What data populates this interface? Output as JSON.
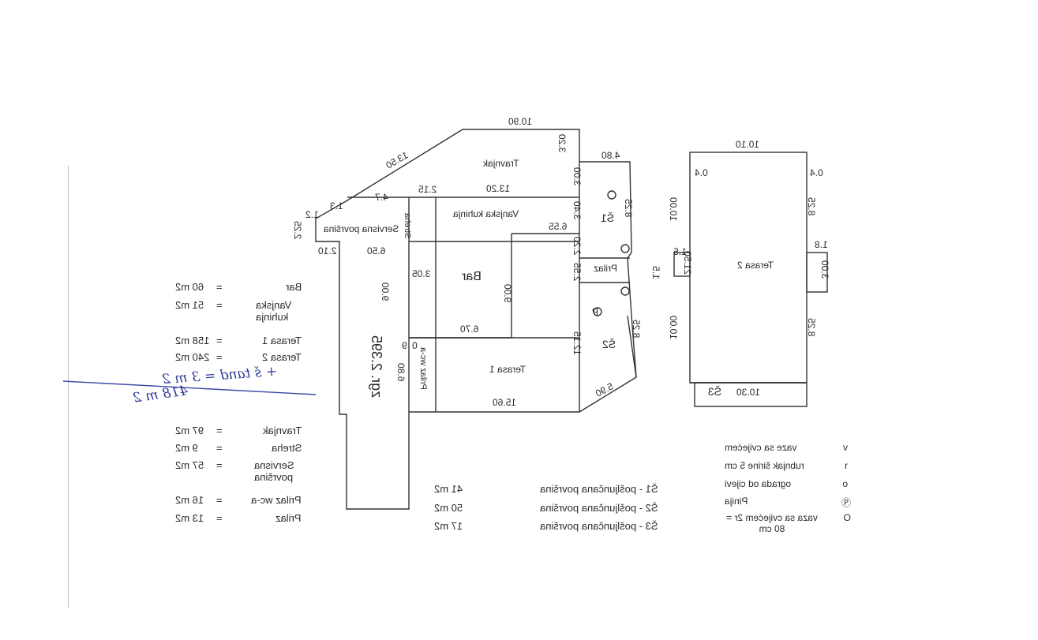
{
  "heading": {
    "line1": "",
    "line2": ""
  },
  "plan": {
    "zones": {
      "travnjak": "Travnjak",
      "vanjska_kuhinja": "Vanjska kuhinja",
      "streha": "Streha",
      "servisna": "Servisna površina",
      "bar": "Bar",
      "teras1": "Terasa 1",
      "teras2": "Terasa 2",
      "prilaz": "Prilaz",
      "prilaz_wc": "Prilaz wc-a",
      "s1": "Š1",
      "s2": "Š2",
      "s3": "Š3",
      "zgr": "zgr. 2.395",
      "pinija": "P"
    },
    "dims": {
      "d1090": "10.90",
      "d1350": "13.50",
      "d320a": "3.20",
      "d480": "4.80",
      "d300a": "3.00",
      "d1320": "13.20",
      "d215": "2.15",
      "d47": "4.7",
      "d13": "1.3",
      "d12": "1.2",
      "d225": "2.25",
      "d825a": "8.25",
      "d340": "3.40",
      "d655": "6.55",
      "d210": "2.10",
      "d650": "6.50",
      "d220": "2.20",
      "d305": "3.05",
      "d900a": "9.00",
      "d900b": "9.00",
      "d255": "2.55",
      "d670": "6.70",
      "d1215": "12.15",
      "d825b": "8.25",
      "d9": "9",
      "d0": "0",
      "d680": "6.80",
      "d590": "5.90",
      "d1560": "15.60",
      "d1010": "10.10",
      "d04a": "0.4",
      "d04b": "0.4",
      "d1000a": "10.00",
      "d825c": "8.25",
      "d18": "1.8",
      "d15a": "1.5",
      "d15b": "1.5",
      "d2150": "21.50",
      "d300b": "3.00",
      "d1000b": "10.00",
      "d825d": "8.25",
      "d1030": "10.30"
    }
  },
  "areas": [
    {
      "name": "Bar",
      "value": "60 m2"
    },
    {
      "name": "Vanjska kuhinja",
      "value": "51 m2"
    },
    {
      "name": "Terasa 1",
      "value": "158 m2"
    },
    {
      "name": "Terasa 2",
      "value": "240 m2"
    },
    {
      "name": "Travnjak",
      "value": "97 m2"
    },
    {
      "name": "Streha",
      "value": "9 m2"
    },
    {
      "name": "Servisna površina",
      "value": "57 m2"
    },
    {
      "name": "Prilaz wc-a",
      "value": "16 m2"
    },
    {
      "name": "Prilaz",
      "value": "13 m2"
    }
  ],
  "handwritten": {
    "line1": "+ š tand = 3 m 2",
    "line2": "418 m 2"
  },
  "leased": [
    {
      "label": "Š1 - pošljunčana površina",
      "value": "41 m2"
    },
    {
      "label": "Š2 - pošljunčana površina",
      "value": "50 m2"
    },
    {
      "label": "Š3 - pošljunčana površina",
      "value": "17 m2"
    }
  ],
  "legend": [
    {
      "sym": "v",
      "text": "vaze sa cvijećem"
    },
    {
      "sym": "r",
      "text": "rubnjak širine 5 cm"
    },
    {
      "sym": "o",
      "text": "ograda od cijevi"
    },
    {
      "sym": "Ⓟ",
      "text": "Pinija"
    },
    {
      "sym": "O",
      "text": "vaza sa cvijećem 2r = 80 cm"
    }
  ]
}
